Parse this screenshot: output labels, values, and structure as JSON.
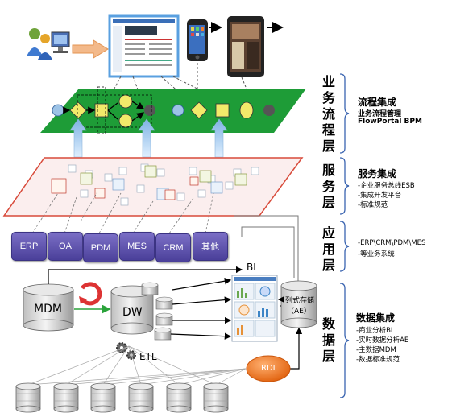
{
  "layers": {
    "process": "业务流程层",
    "service": "服务层",
    "application": "应用层",
    "data": "数据层"
  },
  "descriptions": {
    "process": {
      "title": "流程集成",
      "lines": [
        "业务流程管理",
        "FlowPortal BPM"
      ]
    },
    "service": {
      "title": "服务集成",
      "lines": [
        "-企业服务总线ESB",
        "-集成开发平台",
        "-标准规范"
      ]
    },
    "application": {
      "lines": [
        "-ERP\\CRM\\PDM\\MES",
        "-等业务系统"
      ]
    },
    "data": {
      "title": "数据集成",
      "lines": [
        "-商业分析BI",
        "-实时数据分析AE",
        "-主数据MDM",
        "-数据标准规范"
      ]
    }
  },
  "systems": [
    "ERP",
    "OA",
    "PDM",
    "MES",
    "CRM",
    "其他"
  ],
  "data_nodes": {
    "mdm": "MDM",
    "dw": "DW",
    "bi": "BI",
    "columnar_line1": "列式存储",
    "columnar_line2": "（AE）",
    "etl": "ETL",
    "rdi": "RDI"
  },
  "colors": {
    "process_plane": "#1e9c37",
    "service_plane_border": "#d84a3a",
    "system_box": "#5a4fb0",
    "rdi": "#f07020",
    "flow_arrow": "#9dc3e6",
    "shape_yellow": "#f2ea6a",
    "shape_blue": "#9dc3e6",
    "shape_dark": "#555555"
  }
}
